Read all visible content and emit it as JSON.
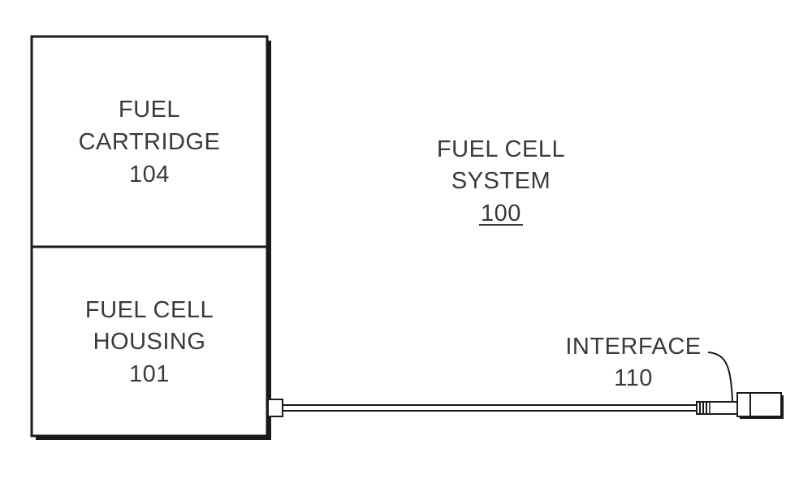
{
  "cartridge": {
    "line1": "FUEL",
    "line2": "CARTRIDGE",
    "ref": "104"
  },
  "housing": {
    "line1": "FUEL CELL",
    "line2": "HOUSING",
    "ref": "101"
  },
  "system": {
    "line1": "FUEL CELL",
    "line2": "SYSTEM",
    "ref": "100"
  },
  "interface": {
    "label": "INTERFACE",
    "ref": "110"
  }
}
